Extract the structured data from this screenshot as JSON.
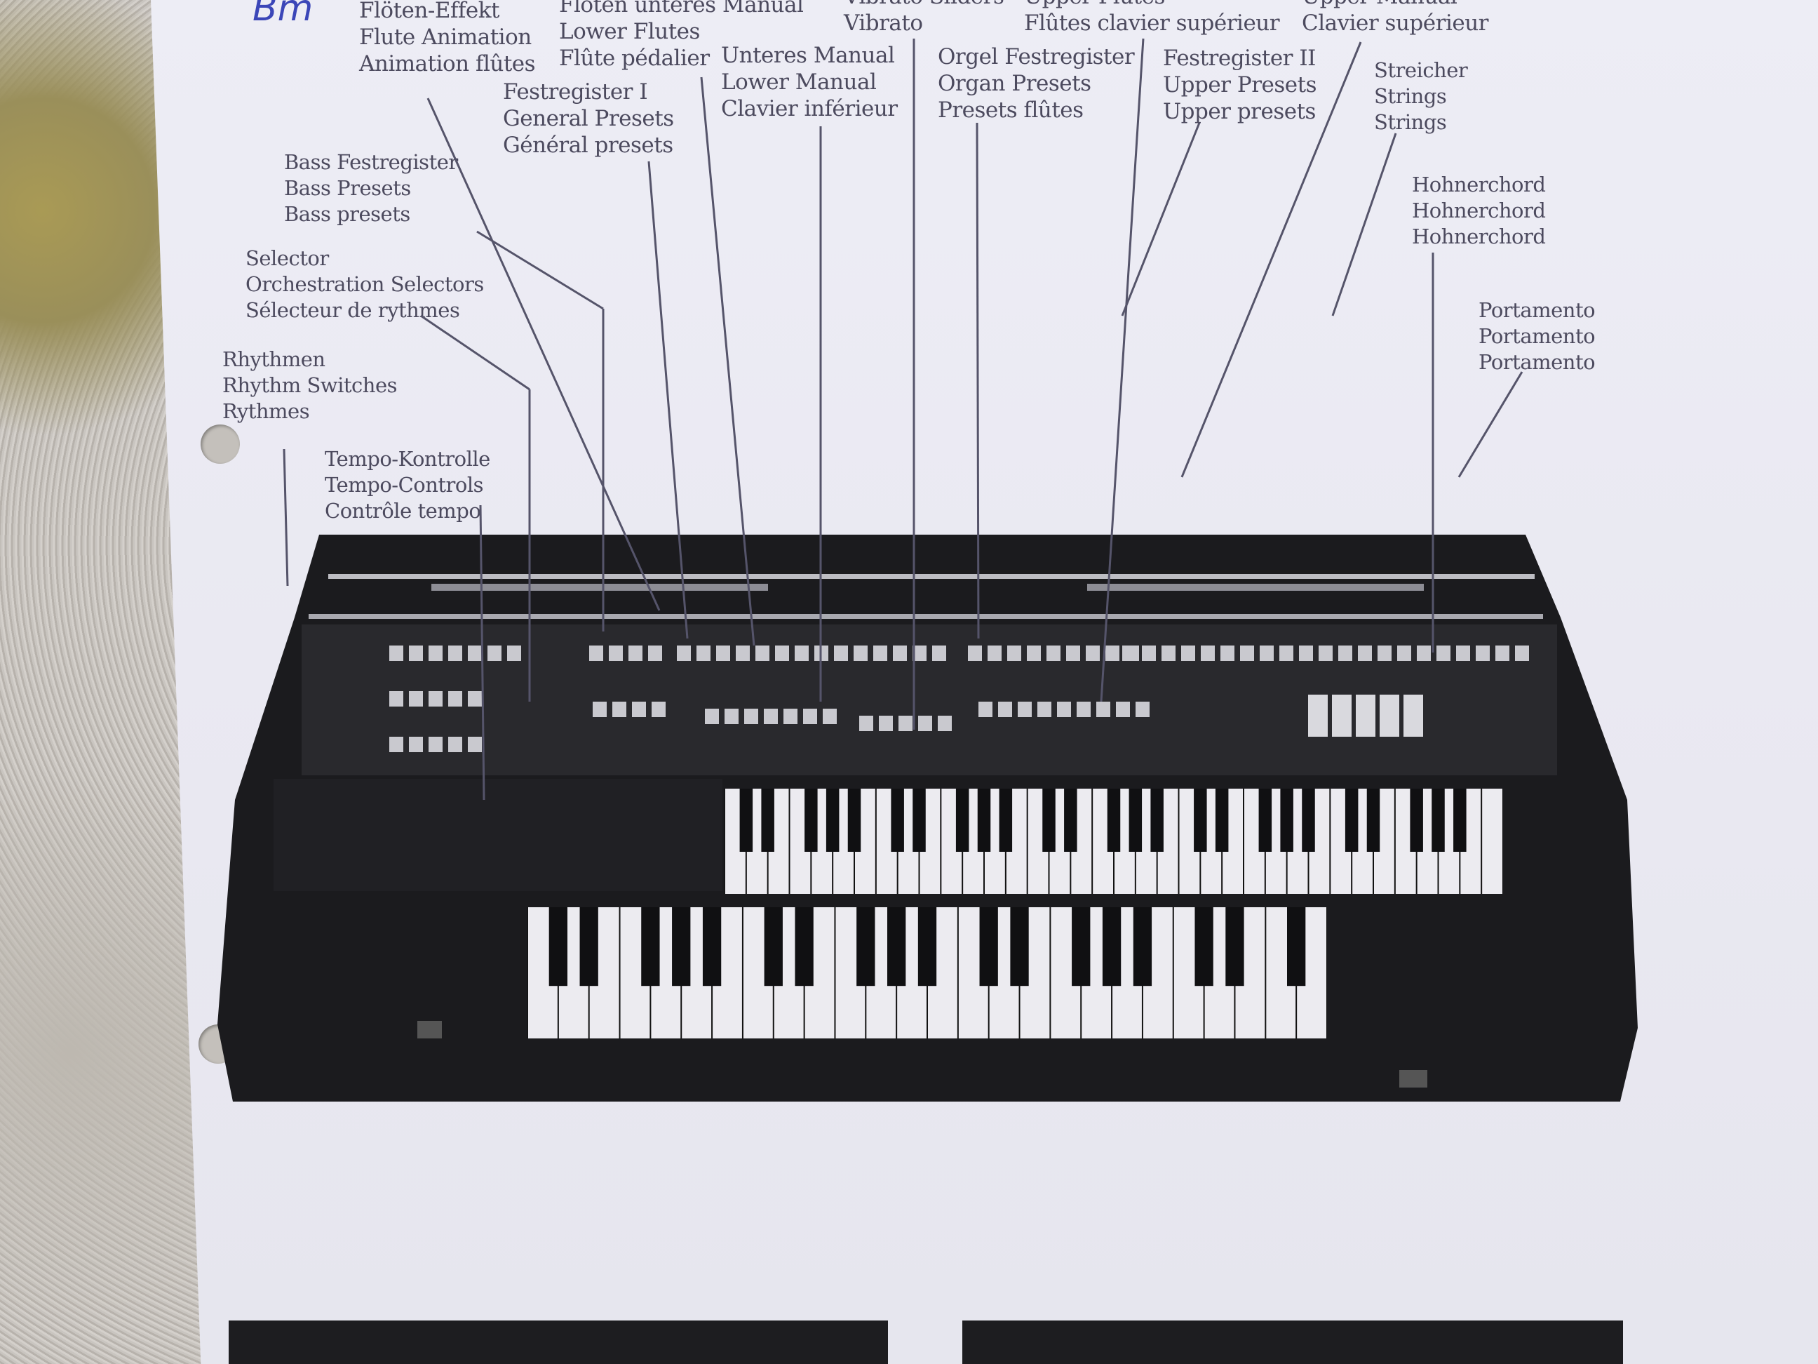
{
  "handwriting": "Bm",
  "labels": {
    "flute_animation": [
      "Flöten-Effekt",
      "Flute Animation",
      "Animation flûtes"
    ],
    "lower_flutes": [
      "Flöten unteres Manual",
      "Lower Flutes",
      "Flûte pédalier"
    ],
    "vibrato": [
      "Vibrato Sliders",
      "Vibrato"
    ],
    "upper_flutes": [
      "Upper Flutes",
      "Flûtes clavier supérieur"
    ],
    "upper_manual": [
      "Upper Manual",
      "Clavier supérieur"
    ],
    "lower_manual": [
      "Unteres Manual",
      "Lower Manual",
      "Clavier inférieur"
    ],
    "general_presets": [
      "Festregister I",
      "General Presets",
      "Général presets"
    ],
    "organ_presets": [
      "Orgel Festregister",
      "Organ Presets",
      "Presets flûtes"
    ],
    "upper_presets": [
      "Festregister II",
      "Upper Presets",
      "Upper presets"
    ],
    "strings": [
      "Streicher",
      "Strings",
      "Strings"
    ],
    "bass_presets": [
      "Bass Festregister",
      "Bass Presets",
      "Bass presets"
    ],
    "hohnerchord": [
      "Hohnerchord",
      "Hohnerchord",
      "Hohnerchord"
    ],
    "selector": [
      "Selector",
      "Orchestration Selectors",
      "Sélecteur de rythmes"
    ],
    "portamento": [
      "Portamento",
      "Portamento",
      "Portamento"
    ],
    "rhythm": [
      "Rhythmen",
      "Rhythm Switches",
      "Rythmes"
    ],
    "tempo": [
      "Tempo-Kontrolle",
      "Tempo-Controls",
      "Contrôle tempo"
    ]
  },
  "keyboards": {
    "upper_white_keys": 36,
    "lower_white_keys": 26
  }
}
